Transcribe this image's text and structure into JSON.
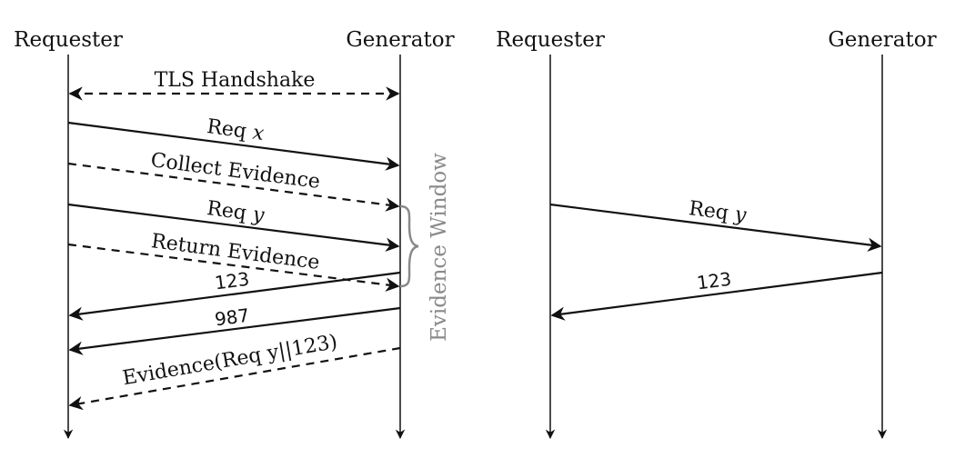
{
  "left": {
    "actor_a": "Requester",
    "actor_b": "Generator",
    "msg_tls": "TLS Handshake",
    "msg_req_x": "Req",
    "msg_req_x_var": "x",
    "msg_collect": "Collect Evidence",
    "msg_req_y": "Req",
    "msg_req_y_var": "y",
    "msg_return": "Return Evidence",
    "msg_123": "123",
    "msg_987": "987",
    "msg_evidence": "Evidence(Req y||123)",
    "window_label": "Evidence Window"
  },
  "right": {
    "actor_a": "Requester",
    "actor_b": "Generator",
    "msg_req_y": "Req",
    "msg_req_y_var": "y",
    "msg_123": "123"
  }
}
